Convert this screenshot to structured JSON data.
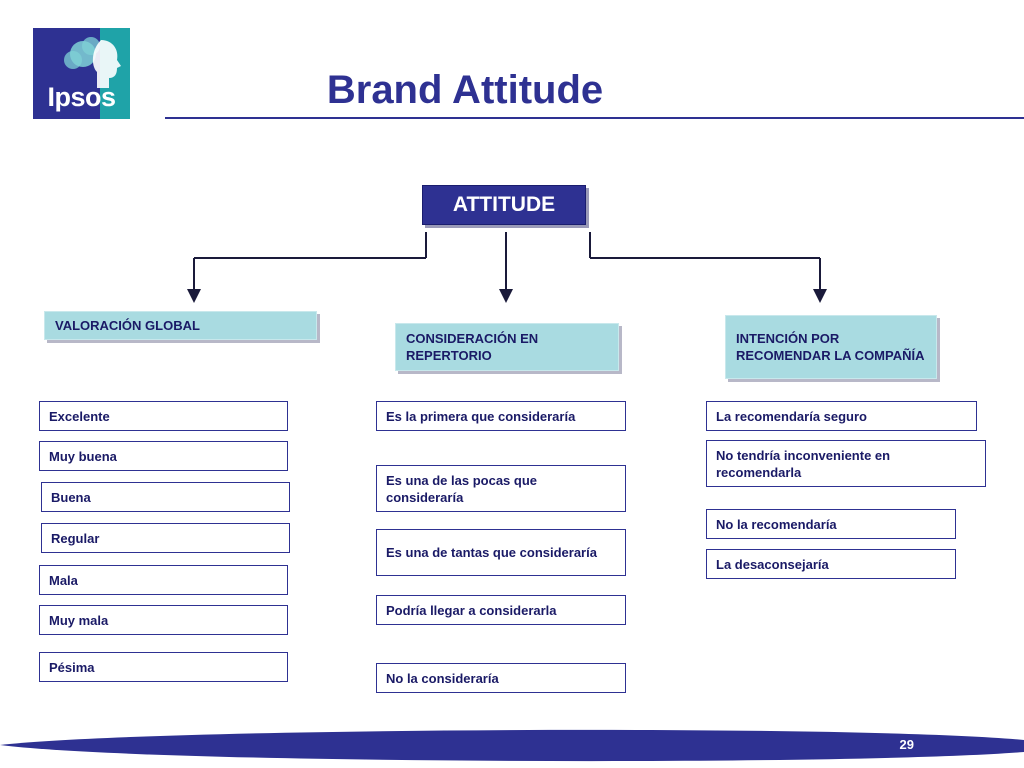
{
  "logo": {
    "text": "Ipsos"
  },
  "title": "Brand Attitude",
  "root": {
    "label": "ATTITUDE"
  },
  "columns": [
    {
      "category": "VALORACIÓN GLOBAL",
      "options": [
        "Excelente",
        "Muy buena",
        "Buena",
        "Regular",
        "Mala",
        "Muy mala",
        "Pésima"
      ]
    },
    {
      "category": "CONSIDERACIÓN EN REPERTORIO",
      "options": [
        "Es la primera que consideraría",
        "Es una de las pocas que consideraría",
        "Es una de tantas que consideraría",
        "Podría llegar a considerarla",
        "No la consideraría"
      ]
    },
    {
      "category": "INTENCIÓN POR RECOMENDAR LA COMPAÑÍA",
      "options": [
        "La recomendaría seguro",
        "No tendría inconveniente en recomendarla",
        "No la recomendaría",
        "La desaconsejaría"
      ]
    }
  ],
  "page_number": "29",
  "colors": {
    "primary": "#2e3192",
    "category_fill": "#a9dbe1",
    "logo_teal": "#1fa3a8",
    "option_border": "#2e3192"
  }
}
